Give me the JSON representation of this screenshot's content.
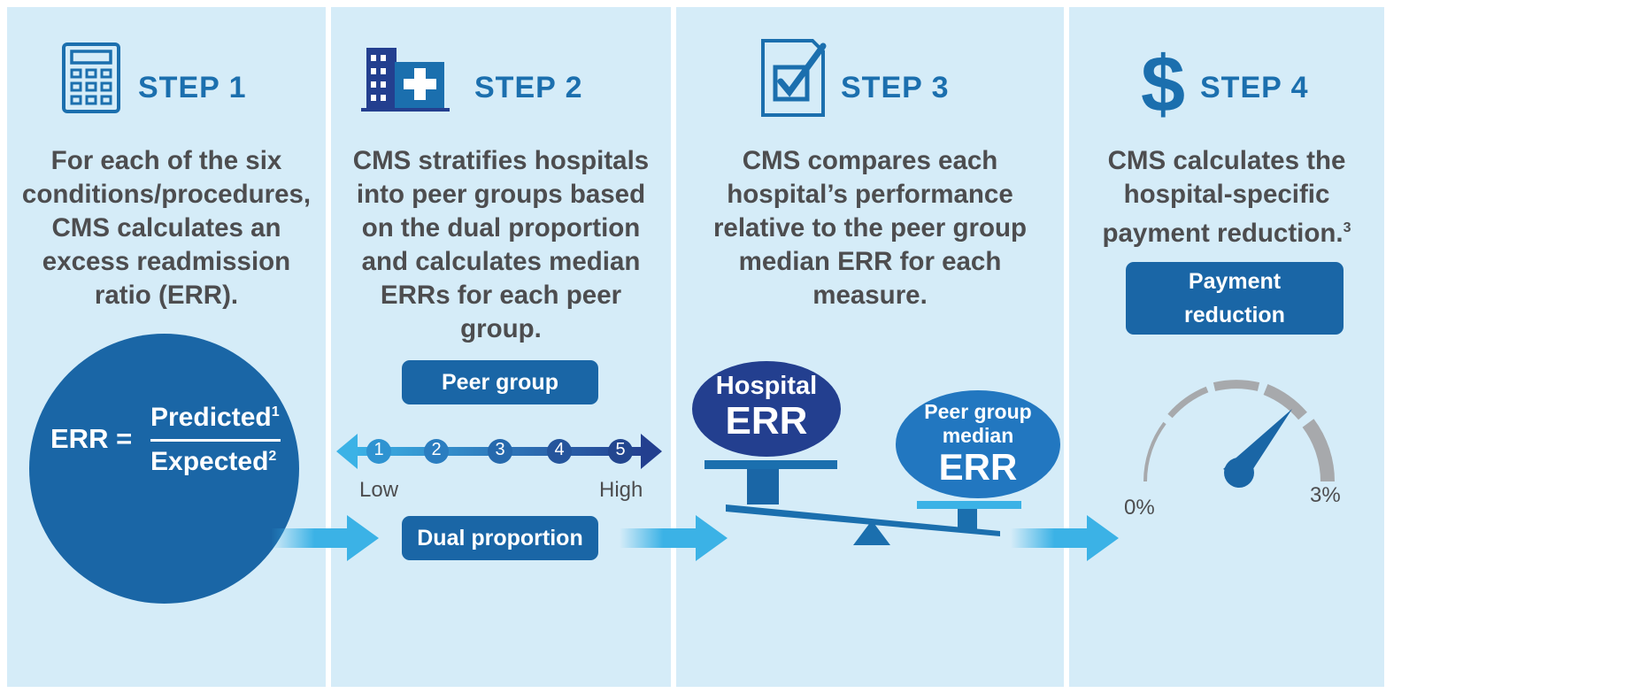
{
  "steps": [
    {
      "title": "STEP 1",
      "icon": "calculator-icon",
      "description": [
        "For each of the six",
        "conditions/procedures,",
        "CMS calculates an",
        "excess readmission",
        "ratio (ERR)."
      ],
      "formula": {
        "lhs": "ERR =",
        "numerator": "Predicted",
        "numerator_note": "1",
        "denominator": "Expected",
        "denominator_note": "2"
      }
    },
    {
      "title": "STEP 2",
      "icon": "hospital-icon",
      "description": [
        "CMS stratifies hospitals",
        "into peer groups based",
        "on the dual proportion",
        "and calculates median",
        "ERRs for each peer",
        "group."
      ],
      "peer_group_label": "Peer group",
      "scale": [
        "1",
        "2",
        "3",
        "4",
        "5"
      ],
      "scale_low": "Low",
      "scale_high": "High",
      "dual_proportion_label": "Dual proportion"
    },
    {
      "title": "STEP 3",
      "icon": "checklist-icon",
      "description": [
        "CMS compares each",
        "hospital’s performance",
        "relative to the peer group",
        "median ERR for each",
        "measure."
      ],
      "hospital_err": [
        "Hospital",
        "ERR"
      ],
      "peer_err": [
        "Peer group",
        "median",
        "ERR"
      ]
    },
    {
      "title": "STEP 4",
      "icon": "dollar-icon",
      "description": [
        "CMS calculates the",
        "hospital-specific",
        "payment reduction."
      ],
      "description_note": "3",
      "payment_label": [
        "Payment",
        "reduction"
      ],
      "gauge_min": "0%",
      "gauge_max": "3%"
    }
  ],
  "colors": {
    "panel": "#d5ecf8",
    "dark_blue": "#1a66a6",
    "navy": "#233f8f",
    "step_blue": "#1b6fae",
    "text_gray": "#4d4d4f",
    "arrow": "#3bb2e6",
    "gauge_gray": "#a7a9ac"
  }
}
